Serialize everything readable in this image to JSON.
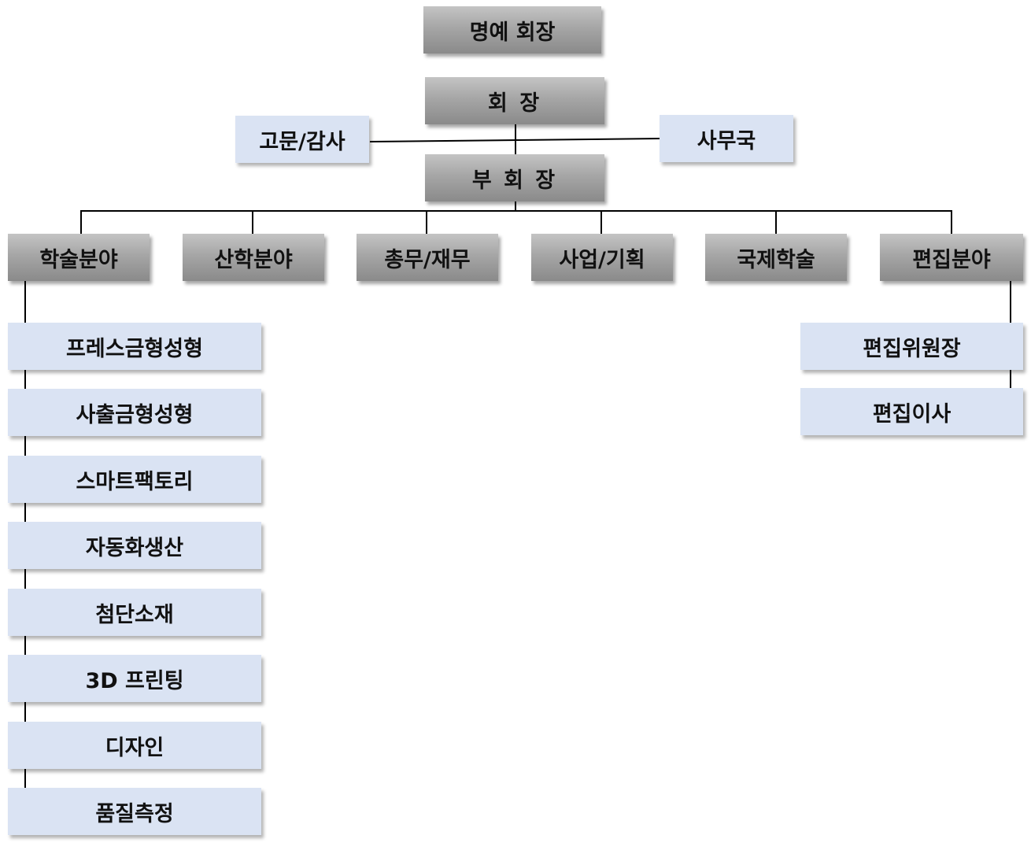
{
  "top": {
    "honorary_chair": "명예 회장",
    "chair": "회 장",
    "advisor": "고문/감사",
    "secretariat": "사무국",
    "vice_chair": "부 회 장"
  },
  "divisions": [
    {
      "label": "학술분야"
    },
    {
      "label": "산학분야"
    },
    {
      "label": "총무/재무"
    },
    {
      "label": "사업/기획"
    },
    {
      "label": "국제학술"
    },
    {
      "label": "편집분야"
    }
  ],
  "academic_items": [
    "프레스금형성형",
    "사출금형성형",
    "스마트팩토리",
    "자동화생산",
    "첨단소재",
    "3D 프린팅",
    "디자인",
    "품질측정"
  ],
  "editorial_items": [
    "편집위원장",
    "편집이사"
  ],
  "colors": {
    "gray_box": "#a6a6a6",
    "blue_box": "#dae3f3",
    "line": "#000000"
  }
}
